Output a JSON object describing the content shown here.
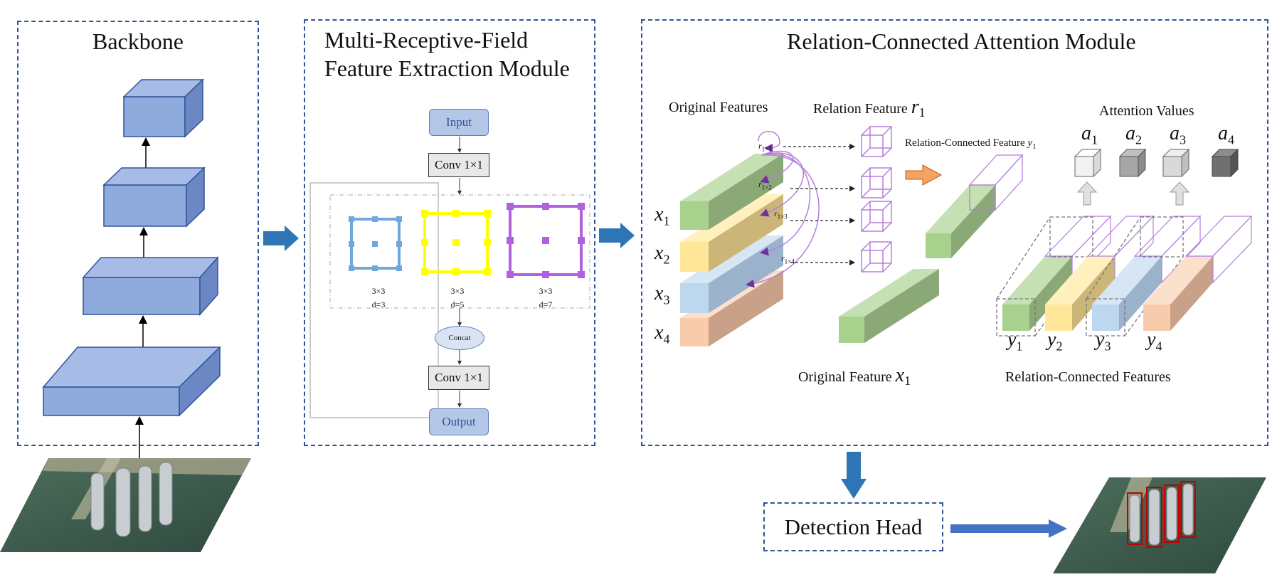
{
  "backbone": {
    "title": "Backbone"
  },
  "mrf": {
    "title_line1": "Multi-Receptive-Field",
    "title_line2": "Feature Extraction Module",
    "input": "Input",
    "conv_top": "Conv 1×1",
    "kernels": [
      {
        "size": "3×3",
        "dilation": "d=3",
        "color": "#6fa8dc"
      },
      {
        "size": "3×3",
        "dilation": "d=5",
        "color": "#ffff00"
      },
      {
        "size": "3×3",
        "dilation": "d=7",
        "color": "#b060e0"
      }
    ],
    "concat": "Concat",
    "conv_bottom": "Conv 1×1",
    "output": "Output"
  },
  "rca": {
    "title": "Relation-Connected Attention Module",
    "original_features": "Original Features",
    "relation_feature": "Relation Feature",
    "relation_feature_sym": "r",
    "relation_feature_sub": "1",
    "rcf_label": "Relation-Connected Feature",
    "rcf_sym": "y",
    "rcf_sub": "1",
    "attention_values": "Attention Values",
    "original_feature": "Original Feature",
    "original_feature_sym": "x",
    "original_feature_sub": "1",
    "relation_connected_features": "Relation-Connected Features",
    "x_labels": [
      "1",
      "2",
      "3",
      "4"
    ],
    "y_labels": [
      "1",
      "2",
      "3",
      "4"
    ],
    "a_labels": [
      "1",
      "2",
      "3",
      "4"
    ],
    "r_labels": [
      "1×1",
      "1×2",
      "1×3",
      "1×4"
    ]
  },
  "detection_head": {
    "label": "Detection Head"
  },
  "colors": {
    "panel_border": "#2f5597",
    "block_fill": "#8faadc",
    "arrow_blue": "#2e75b6",
    "green": "#a9d18e",
    "yellow": "#ffe699",
    "blue": "#bdd7ee",
    "orange": "#f8cbad",
    "purple": "#b57edc"
  }
}
